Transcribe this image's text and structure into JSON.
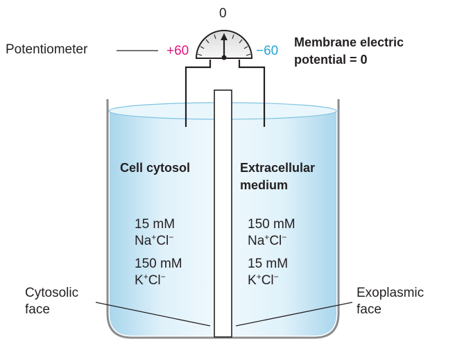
{
  "meter": {
    "zero": "0",
    "plus": "+60",
    "minus": "−60"
  },
  "labels": {
    "potentiometer": "Potentiometer",
    "potential_line1": "Membrane electric",
    "potential_line2": "potential = 0",
    "cytosol": "Cell cytosol",
    "extracellular_line1": "Extracellular",
    "extracellular_line2": "medium",
    "cytosolic_face_line1": "Cytosolic",
    "cytosolic_face_line2": "face",
    "exoplasmic_face_line1": "Exoplasmic",
    "exoplasmic_face_line2": "face"
  },
  "left": {
    "c1": "15 mM",
    "ion1_a": "Na",
    "ion1_b": "+",
    "ion1_c": "Cl",
    "ion1_d": "−",
    "c2": "150 mM",
    "ion2_a": "K",
    "ion2_b": "+",
    "ion2_c": "Cl",
    "ion2_d": "−"
  },
  "right": {
    "c1": "150 mM",
    "ion1_a": "Na",
    "ion1_b": "+",
    "ion1_c": "Cl",
    "ion1_d": "−",
    "c2": "15 mM",
    "ion2_a": "K",
    "ion2_b": "+",
    "ion2_c": "Cl",
    "ion2_d": "−"
  },
  "colors": {
    "plus": "#e0137f",
    "minus": "#22a7d8",
    "solution": "#cfe9f5"
  }
}
